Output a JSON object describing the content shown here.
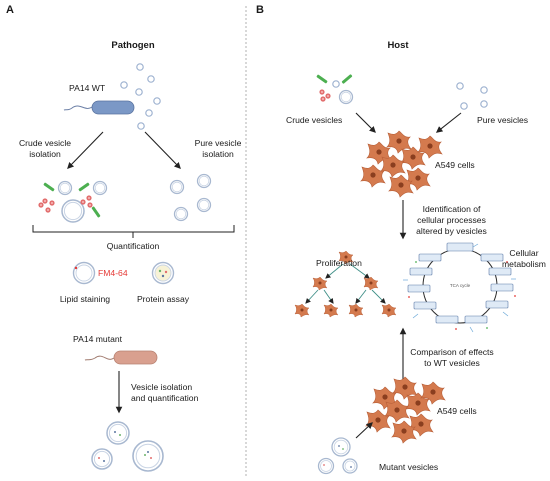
{
  "panels": {
    "a": {
      "letter": "A",
      "title": "Pathogen"
    },
    "b": {
      "letter": "B",
      "title": "Host"
    }
  },
  "pathogen": {
    "wt_label": "PA14 WT",
    "crude_isolation": [
      "Crude vesicle",
      "isolation"
    ],
    "pure_isolation": [
      "Pure vesicle",
      "isolation"
    ],
    "quantification": "Quantification",
    "fm_label": "FM4-64",
    "lipid_staining": "Lipid staining",
    "protein_assay": "Protein assay",
    "mutant_label": "PA14 mutant",
    "mutant_isolation": [
      "Vesicle isolation",
      "and quantification"
    ]
  },
  "host": {
    "crude_vesicles": "Crude vesicles",
    "pure_vesicles": "Pure vesicles",
    "a549_top": "A549 cells",
    "identification": [
      "Identification of",
      "cellular processes",
      "altered by vesicles"
    ],
    "proliferation": "Proliferation",
    "metabolism": [
      "Cellular",
      "metabolism"
    ],
    "tca_cycle": "TCA cycle",
    "comparison": [
      "Comparison of effects",
      "to WT vesicles"
    ],
    "a549_bottom": "A549 cells",
    "mutant_vesicles": "Mutant vesicles"
  },
  "colors": {
    "wt_bacterium": "#7b98c6",
    "mutant_bacterium": "#d9a08f",
    "vesicle": "#9fb3d1",
    "green_rod": "#4caf50",
    "red_dot": "#e26d6d",
    "fm_red": "#e53935",
    "cell": "#d47a4e",
    "cell_dark": "#b85f38",
    "divider": "#b0b0b0",
    "arrow": "#222222"
  }
}
